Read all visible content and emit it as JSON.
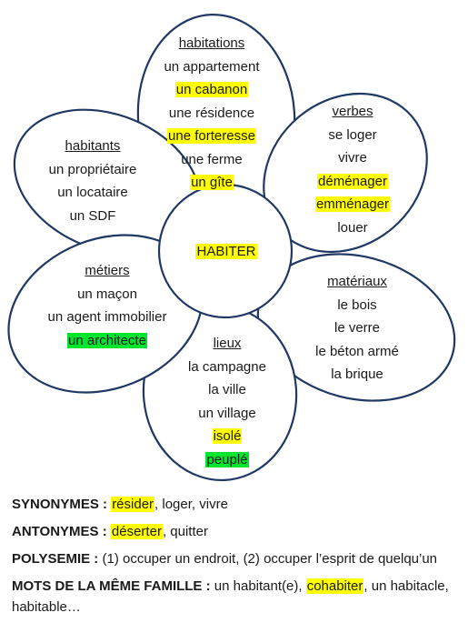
{
  "center": {
    "label": "HABITER",
    "highlight": "yellow"
  },
  "petals": [
    {
      "id": "habitations",
      "title": "habitations",
      "items": [
        {
          "text": "un appartement",
          "highlight": ""
        },
        {
          "text": "un cabanon",
          "highlight": "yellow"
        },
        {
          "text": "une résidence",
          "highlight": ""
        },
        {
          "text": "une forteresse",
          "highlight": "yellow"
        },
        {
          "text": "une ferme",
          "highlight": ""
        },
        {
          "text": "un gîte",
          "highlight": "yellow"
        }
      ]
    },
    {
      "id": "verbes",
      "title": "verbes",
      "items": [
        {
          "text": "se loger",
          "highlight": ""
        },
        {
          "text": "vivre",
          "highlight": ""
        },
        {
          "text": "déménager",
          "highlight": "yellow"
        },
        {
          "text": "emménager",
          "highlight": "yellow"
        },
        {
          "text": "louer",
          "highlight": ""
        }
      ]
    },
    {
      "id": "materiaux",
      "title": "matériaux",
      "items": [
        {
          "text": "le bois",
          "highlight": ""
        },
        {
          "text": "le verre",
          "highlight": ""
        },
        {
          "text": "le béton armé",
          "highlight": ""
        },
        {
          "text": "la brique",
          "highlight": ""
        }
      ]
    },
    {
      "id": "lieux",
      "title": "lieux",
      "items": [
        {
          "text": "la campagne",
          "highlight": ""
        },
        {
          "text": "la ville",
          "highlight": ""
        },
        {
          "text": "un village",
          "highlight": ""
        },
        {
          "text": "isolé",
          "highlight": "yellow"
        },
        {
          "text": "peuplé",
          "highlight": "green"
        }
      ]
    },
    {
      "id": "metiers",
      "title": "métiers",
      "items": [
        {
          "text": "un maçon",
          "highlight": ""
        },
        {
          "text": "un agent immobilier",
          "highlight": ""
        },
        {
          "text": "un architecte",
          "highlight": "green"
        }
      ]
    },
    {
      "id": "habitants",
      "title": "habitants",
      "items": [
        {
          "text": "un propriétaire",
          "highlight": ""
        },
        {
          "text": "un locataire",
          "highlight": ""
        },
        {
          "text": "un SDF",
          "highlight": ""
        }
      ]
    }
  ],
  "notes": {
    "synonymes": {
      "label": "SYNONYMES :",
      "highlighted": "résider",
      "rest": ", loger, vivre"
    },
    "antonymes": {
      "label": "ANTONYMES :",
      "highlighted": "déserter",
      "rest": ", quitter"
    },
    "polysemie": {
      "label": "POLYSEMIE :",
      "text": " (1) occuper un endroit, (2) occuper l’esprit de quelqu’un"
    },
    "famille": {
      "label": "MOTS DE LA MÊME FAMILLE :",
      "before": " un habitant(e), ",
      "highlighted": "cohabiter",
      "after": ", un habitacle, habitable…"
    }
  },
  "colors": {
    "outline": "#1f3864",
    "yellow": "#ffff00",
    "green": "#00e62e"
  }
}
